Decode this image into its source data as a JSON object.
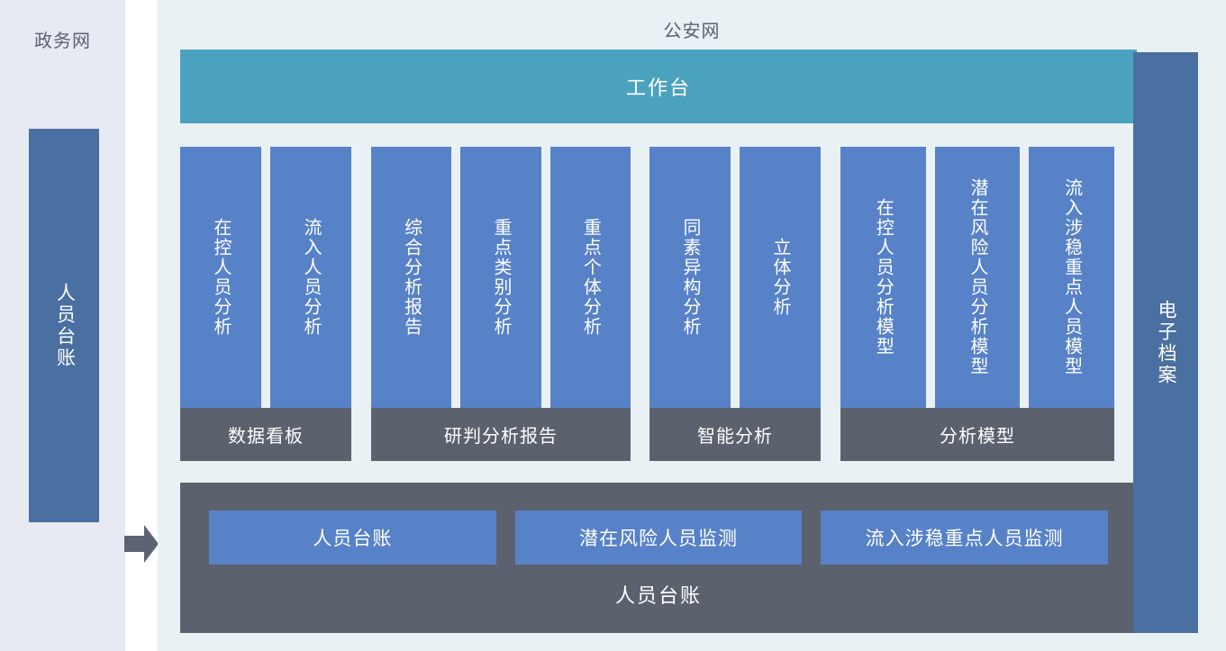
{
  "left_panel": {
    "title": "政务网",
    "box_label": "人员台账",
    "box_color": "#4a6fa1",
    "bg_color": "#e7eaf2"
  },
  "flow_arrow": {
    "icon": "arrow-right-icon",
    "color": "#5c6473"
  },
  "right_panel": {
    "title": "公安网",
    "bg_color": "#e9f1f4",
    "workbench": {
      "label": "工作台",
      "color": "#4ba2bf"
    },
    "groups": [
      {
        "footer": "数据看板",
        "columns": [
          "在控人员分析",
          "流入人员分析"
        ]
      },
      {
        "footer": "研判分析报告",
        "columns": [
          "综合分析报告",
          "重点类别分析",
          "重点个体分析"
        ]
      },
      {
        "footer": "智能分析",
        "columns": [
          "同素异构分析",
          "立体分析"
        ]
      },
      {
        "footer": "分析模型",
        "columns": [
          "在控人员分析模型",
          "潜在风险人员分析模型",
          "流入涉稳重点人员模型"
        ]
      }
    ],
    "group_column_color": "#5782c8",
    "group_footer_color": "#5b616d",
    "ledger": {
      "label": "人员台账",
      "tiles": [
        "人员台账",
        "潜在风险人员监测",
        "流入涉稳重点人员监测"
      ],
      "bg_color": "#5b616d",
      "tile_color": "#5782c8"
    },
    "archive": {
      "label": "电子档案",
      "color": "#4a6fa1"
    }
  }
}
